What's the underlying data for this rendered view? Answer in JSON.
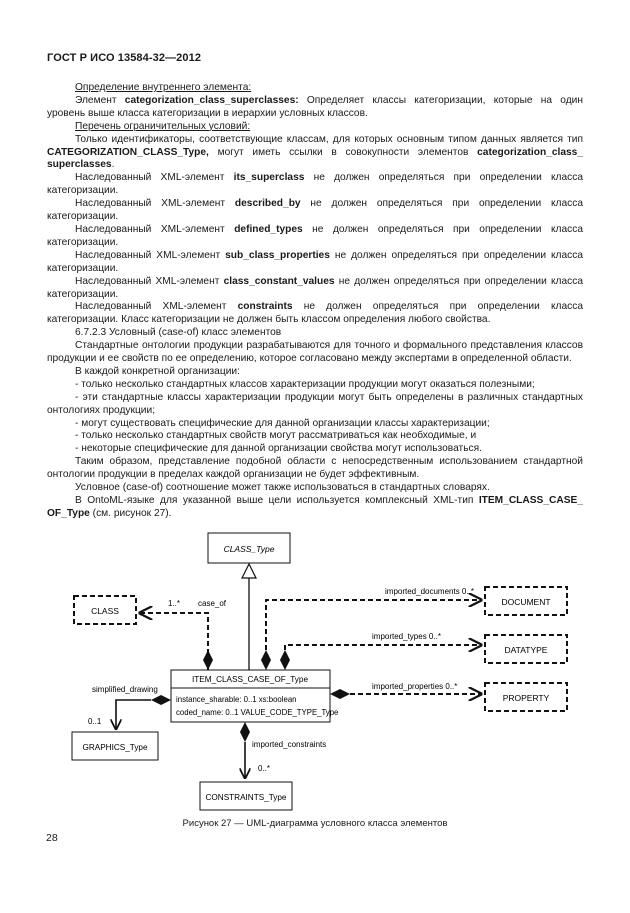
{
  "header": "ГОСТ Р ИСО 13584-32—2012",
  "paragraphs": [
    {
      "type": "underline",
      "text": "Определение внутреннего элемента:"
    },
    {
      "type": "rich",
      "parts": [
        {
          "t": "Элемент "
        },
        {
          "b": "categorization_class_superclasses:"
        },
        {
          "t": " Определяет классы категоризации, которые на один уровень выше класса категоризации в иерархии условных классов."
        }
      ]
    },
    {
      "type": "underline",
      "text": "Перечень ограничительных условий:"
    },
    {
      "type": "rich",
      "parts": [
        {
          "t": "Только идентификаторы, соответствующие классам, для которых основным типом данных является тип "
        },
        {
          "b": "CATEGORIZATION_CLASS_Type,"
        },
        {
          "t": " могут иметь ссылки в совокупности элементов "
        },
        {
          "b": "categorization_class_ superclasses"
        },
        {
          "t": "."
        }
      ]
    },
    {
      "type": "rich",
      "parts": [
        {
          "t": "Наследованный XML-элемент "
        },
        {
          "b": "its_superclass"
        },
        {
          "t": " не должен определяться при определении класса категоризации."
        }
      ]
    },
    {
      "type": "rich",
      "parts": [
        {
          "t": "Наследованный XML-элемент "
        },
        {
          "b": "described_by"
        },
        {
          "t": " не должен определяться при определении класса категоризации."
        }
      ]
    },
    {
      "type": "rich",
      "parts": [
        {
          "t": "Наследованный XML-элемент "
        },
        {
          "b": "defined_types"
        },
        {
          "t": " не должен определяться при определении класса категоризации."
        }
      ]
    },
    {
      "type": "rich",
      "parts": [
        {
          "t": "Наследованный XML-элемент "
        },
        {
          "b": "sub_class_properties"
        },
        {
          "t": " не должен определяться при определении класса категоризации."
        }
      ]
    },
    {
      "type": "rich",
      "parts": [
        {
          "t": "Наследованный XML-элемент "
        },
        {
          "b": "class_constant_values"
        },
        {
          "t": " не должен определяться при определении класса категоризации."
        }
      ]
    },
    {
      "type": "rich",
      "parts": [
        {
          "t": "Наследованный XML-элемент "
        },
        {
          "b": "constraints"
        },
        {
          "t": " не должен определяться при определении класса категоризации. Класс категоризации не должен быть классом определения любого свойства."
        }
      ]
    },
    {
      "type": "plain",
      "text": "6.7.2.3 Условный (case-of) класс элементов"
    },
    {
      "type": "plain",
      "text": "Стандартные онтологии продукции разрабатываются для точного и формального представления классов продукции и ее свойств по ее определению, которое согласовано между экспертами в определенной области."
    },
    {
      "type": "plain",
      "text": "В каждой конкретной организации:"
    },
    {
      "type": "plain",
      "text": "- только несколько стандартных классов характеризации продукции могут оказаться полезными;"
    },
    {
      "type": "plain",
      "text": "- эти стандартные классы характеризации продукции могут быть определены в различных стандартных онтологиях продукции;"
    },
    {
      "type": "plain",
      "text": "- могут существовать специфические для данной организации классы характеризации;"
    },
    {
      "type": "plain",
      "text": "- только несколько стандартных свойств могут рассматриваться как необходимые, и"
    },
    {
      "type": "plain",
      "text": "- некоторые специфические для данной организации свойства могут использоваться."
    },
    {
      "type": "plain",
      "text": "Таким образом, представление подобной области с непосредственным использованием стандартной онтологии продукции в пределах каждой организации не будет эффективным."
    },
    {
      "type": "plain",
      "text": "Условное (case-of) соотношение может также использоваться в стандартных словарях."
    },
    {
      "type": "rich",
      "parts": [
        {
          "t": "В OntoML-языке для указанной выше цели используется комплексный XML-тип "
        },
        {
          "b": "ITEM_CLASS_CASE_ OF_Type"
        },
        {
          "t": " (см. рисунок 27)."
        }
      ]
    }
  ],
  "diagram": {
    "class_type": "CLASS_Type",
    "class": "CLASS",
    "document": "DOCUMENT",
    "datatype": "DATATYPE",
    "property": "PROPERTY",
    "graphics_type": "GRAPHICS_Type",
    "constraints_type": "CONSTRAINTS_Type",
    "main_class": "ITEM_CLASS_CASE_OF_Type",
    "attr1": "instance_sharable: 0..1 xs:boolean",
    "attr2": "coded_name: 0..1 VALUE_CODE_TYPE_Type",
    "case_of_mult": "1..*",
    "case_of": "case_of",
    "imported_documents": "imported_documents 0..*",
    "imported_types": "imported_types 0..*",
    "imported_properties": "imported_properties 0..*",
    "simplified_drawing": "simplified_drawing",
    "simplified_mult": "0..1",
    "imported_constraints": "imported_constraints",
    "constraints_mult": "0..*"
  },
  "caption": "Рисунок 27 — UML-диаграмма условного класса элементов",
  "page_number": "28"
}
